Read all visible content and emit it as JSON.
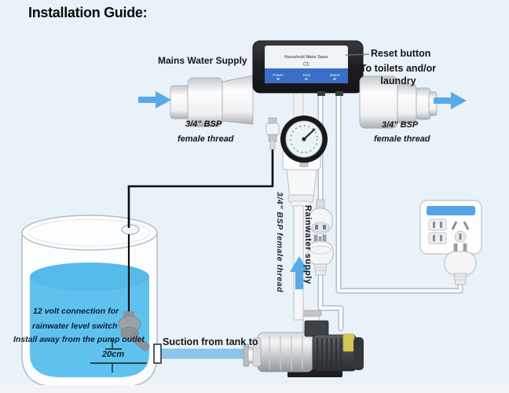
{
  "title": "Installation Guide:",
  "labels": {
    "mains": "Mains Water Supply",
    "reset": "Reset button",
    "toilets1": "To toilets and/or",
    "toilets2": "laundry",
    "bsp1": "3/4\" BSP",
    "bsp2": "female thread",
    "bsp_vertical": "3/4\" BSP  female thread",
    "rainwater": "Rainwater supply",
    "suction": "Suction from tank to",
    "note1": "12 volt connection for",
    "note2": "rainwater level switch",
    "note3": "Install away from the pump outlet",
    "distance": "20cm"
  },
  "device": {
    "name": "Household Water Saver",
    "ce": "CE",
    "indicators": [
      "Power",
      "Tank",
      "Mains"
    ]
  },
  "colors": {
    "arrow_blue": "#57a9e8",
    "water_blue": "#5fc2ee",
    "pipe_blue": "#8cc6ea",
    "panel_blue": "#3b6fc7",
    "outlet_blue": "#54a3e9"
  }
}
